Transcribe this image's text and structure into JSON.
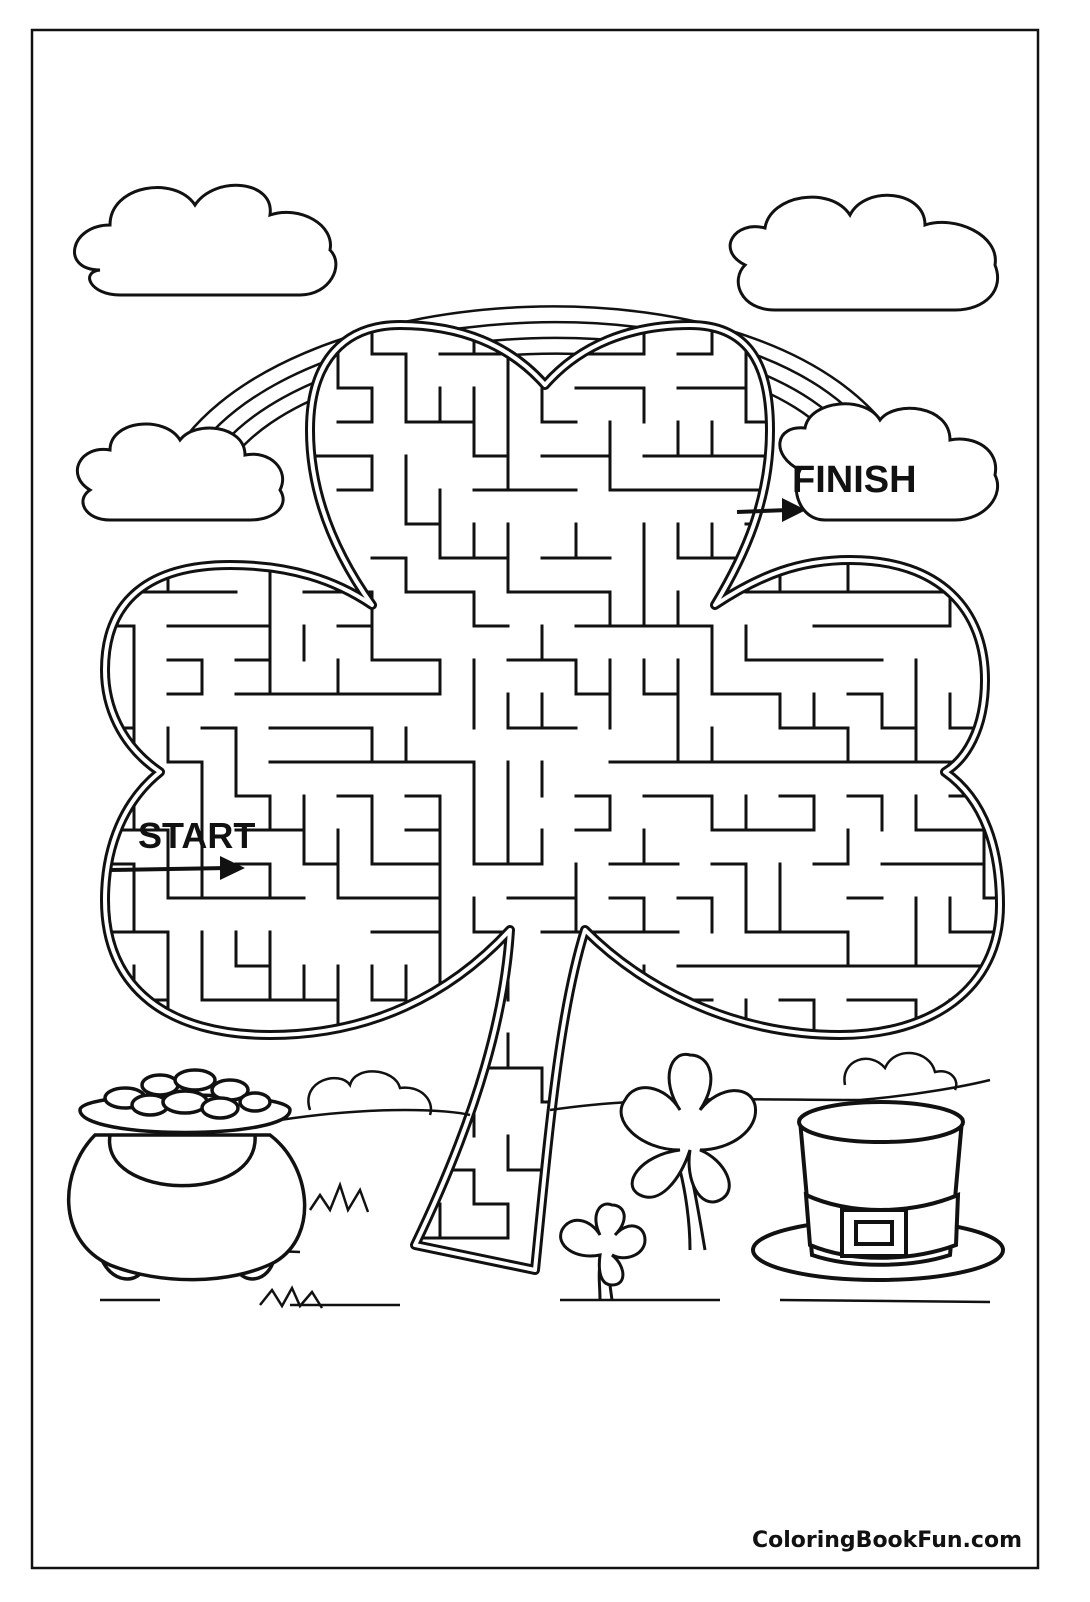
{
  "labels": {
    "start": "START",
    "finish": "FINISH",
    "site": "ColoringBookFun.com"
  },
  "colors": {
    "ink": "#111111",
    "paper": "#ffffff"
  }
}
